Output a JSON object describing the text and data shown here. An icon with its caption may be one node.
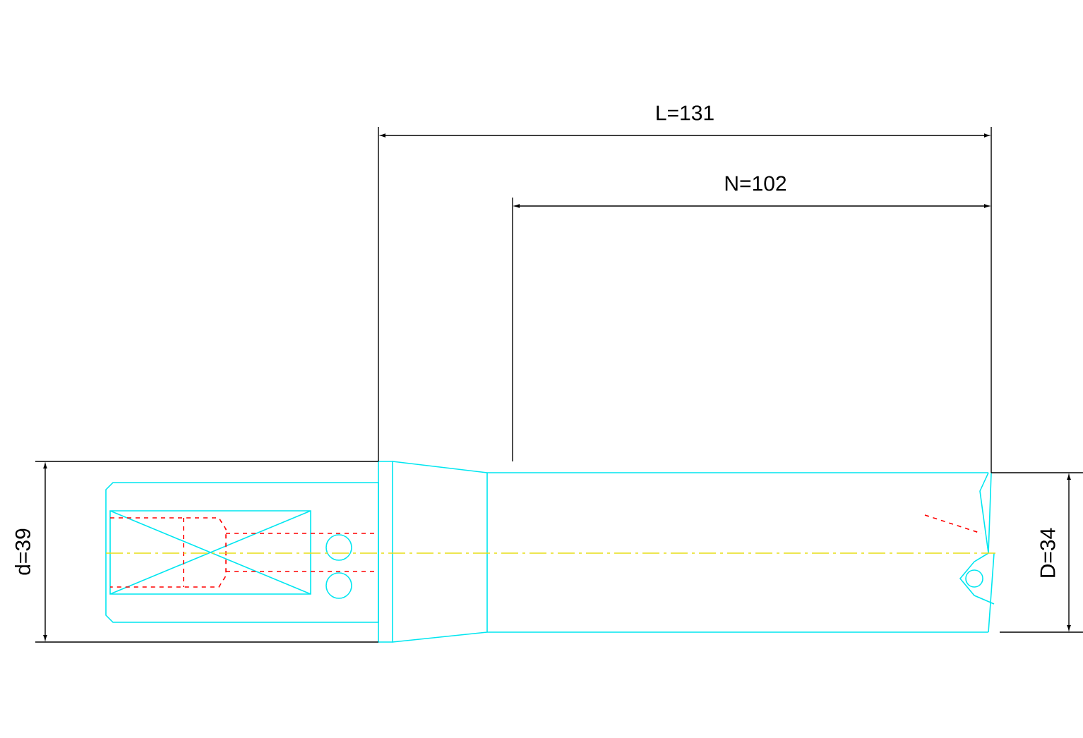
{
  "diagram": {
    "labels": [
      "L=131",
      "N=102",
      "d=39",
      "D=34"
    ]
  }
}
